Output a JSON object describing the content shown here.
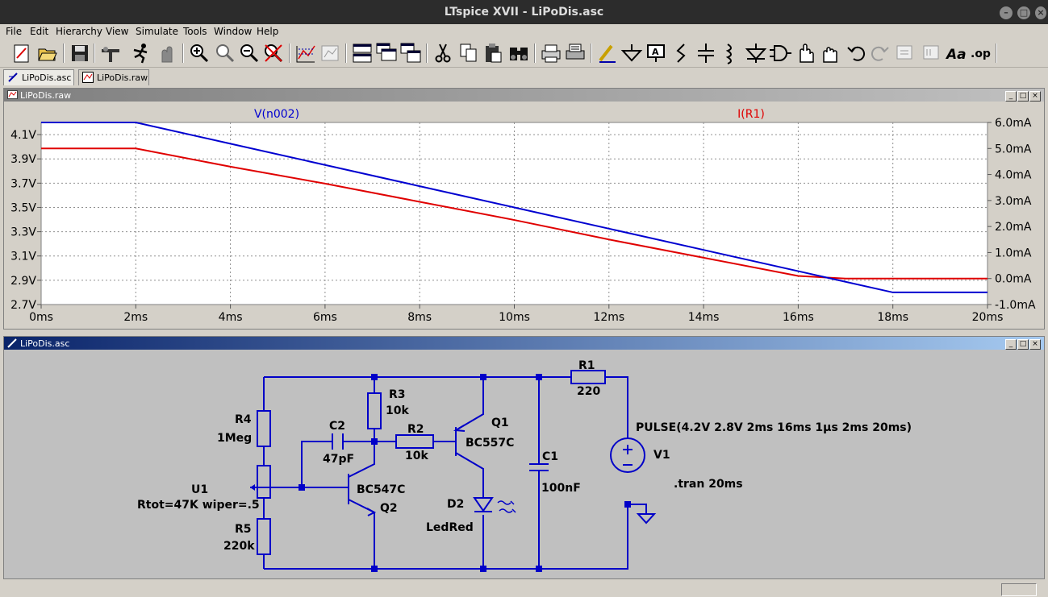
{
  "window": {
    "title": "LTspice XVII - LiPoDis.asc",
    "minimize": "–",
    "maximize": "□",
    "close": "×"
  },
  "menu": [
    "File",
    "Edit",
    "Hierarchy",
    "View",
    "Simulate",
    "Tools",
    "Window",
    "Help"
  ],
  "toolbar_icons": [
    "new-schematic-icon",
    "open-icon",
    "save-icon",
    "control-panel-icon",
    "run-icon",
    "halt-icon",
    "zoom-in-icon",
    "zoom-area-icon",
    "zoom-out-icon",
    "zoom-cancel-icon",
    "autorange-icon",
    "plot-settings-icon",
    "tile-horizontal-icon",
    "cascade-icon",
    "tile-vertical-icon",
    "cut-icon",
    "copy-icon",
    "paste-icon",
    "find-icon",
    "print-preview-icon",
    "print-icon",
    "draw-wire-icon",
    "ground-icon",
    "label-net-icon",
    "resistor-icon",
    "capacitor-icon",
    "inductor-icon",
    "diode-icon",
    "component-icon",
    "move-icon",
    "drag-icon",
    "undo-icon",
    "redo-icon",
    "rotate-icon",
    "mirror-icon",
    "text-icon",
    "spice-directive-icon"
  ],
  "toolbar_glyphs": {
    "text": "Aa",
    "op": ".op"
  },
  "tabs": [
    {
      "label": "LiPoDis.asc"
    },
    {
      "label": "LiPoDis.raw"
    }
  ],
  "plot_window": {
    "title": "LiPoDis.raw"
  },
  "schematic_window": {
    "title": "LiPoDis.asc"
  },
  "colors": {
    "v_trace": "#0000d0",
    "i_trace": "#e00000",
    "wire": "#0000c8",
    "schematic_bg": "#c0c0c0",
    "plot_bg": "#ffffff"
  },
  "chart_data": {
    "type": "line",
    "series": [
      {
        "name": "V(n002)",
        "axis": "left",
        "x": [
          0,
          2,
          4,
          6,
          8,
          10,
          12,
          14,
          16,
          18,
          20
        ],
        "y": [
          4.2,
          4.2,
          4.025,
          3.85,
          3.675,
          3.5,
          3.325,
          3.15,
          2.975,
          2.8,
          2.8
        ]
      },
      {
        "name": "I(R1)",
        "axis": "right",
        "x": [
          0,
          2,
          4,
          6,
          8,
          10,
          12,
          14,
          16,
          17,
          20
        ],
        "y": [
          5.0,
          5.0,
          4.3,
          3.65,
          2.95,
          2.25,
          1.5,
          0.8,
          0.1,
          0.0,
          0.0
        ]
      }
    ],
    "xlim": [
      0,
      20
    ],
    "ylim_left": [
      2.7,
      4.2
    ],
    "ylim_right": [
      -1.0,
      6.0
    ],
    "x_ticks": [
      "0ms",
      "2ms",
      "4ms",
      "6ms",
      "8ms",
      "10ms",
      "12ms",
      "14ms",
      "16ms",
      "18ms",
      "20ms"
    ],
    "y_ticks_left": [
      "2.7V",
      "2.9V",
      "3.1V",
      "3.3V",
      "3.5V",
      "3.7V",
      "3.9V",
      "4.1V"
    ],
    "y_ticks_right": [
      "-1.0mA",
      "0.0mA",
      "1.0mA",
      "2.0mA",
      "3.0mA",
      "4.0mA",
      "5.0mA",
      "6.0mA"
    ],
    "grid": true
  },
  "schematic": {
    "R4": {
      "ref": "R4",
      "value": "1Meg"
    },
    "U1": {
      "ref": "U1",
      "value": "Rtot=47K wiper=.5"
    },
    "R5": {
      "ref": "R5",
      "value": "220k"
    },
    "C2": {
      "ref": "C2",
      "value": "47pF"
    },
    "R3": {
      "ref": "R3",
      "value": "10k"
    },
    "R2": {
      "ref": "R2",
      "value": "10k"
    },
    "Q2": {
      "ref": "Q2",
      "value": "BC547C"
    },
    "Q1": {
      "ref": "Q1",
      "value": "BC557C"
    },
    "D2": {
      "ref": "D2",
      "value": "LedRed"
    },
    "C1": {
      "ref": "C1",
      "value": "100nF"
    },
    "R1": {
      "ref": "R1",
      "value": "220"
    },
    "V1": {
      "ref": "V1",
      "value": "PULSE(4.2V 2.8V 2ms 16ms 1µs 2ms 20ms)"
    },
    "directive": ".tran 20ms"
  }
}
